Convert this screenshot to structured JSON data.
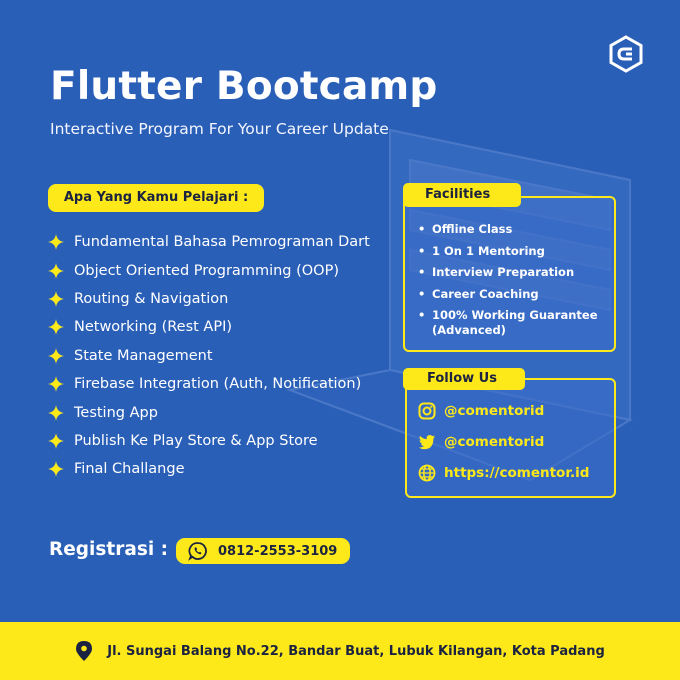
{
  "header": {
    "title": "Flutter Bootcamp",
    "subtitle": "Interactive Program For Your Career Update"
  },
  "logo": {
    "icon": "comentor-logo-icon"
  },
  "learn": {
    "label": "Apa Yang Kamu Pelajari :",
    "items": [
      "Fundamental Bahasa Pemrograman Dart",
      "Object Oriented Programming (OOP)",
      "Routing & Navigation",
      "Networking (Rest API)",
      "State Management",
      "Firebase Integration (Auth, Notification)",
      "Testing App",
      "Publish Ke Play Store & App Store",
      "Final Challange"
    ]
  },
  "facilities": {
    "label": "Facilities",
    "items": [
      "Offline Class",
      "1 On 1 Mentoring",
      "Interview Preparation",
      "Career Coaching",
      "100% Working Guarantee (Advanced)"
    ]
  },
  "follow": {
    "label": "Follow Us",
    "instagram": "@comentorid",
    "twitter": "@comentorid",
    "website": "https://comentor.id"
  },
  "registration": {
    "label": "Registrasi :",
    "phone": "0812-2553-3109"
  },
  "footer": {
    "address": "Jl. Sungai Balang No.22, Bandar Buat, Lubuk Kilangan, Kota Padang"
  },
  "colors": {
    "background": "#2a5fb8",
    "accent": "#fde91a",
    "dark_text": "#1b2340"
  }
}
